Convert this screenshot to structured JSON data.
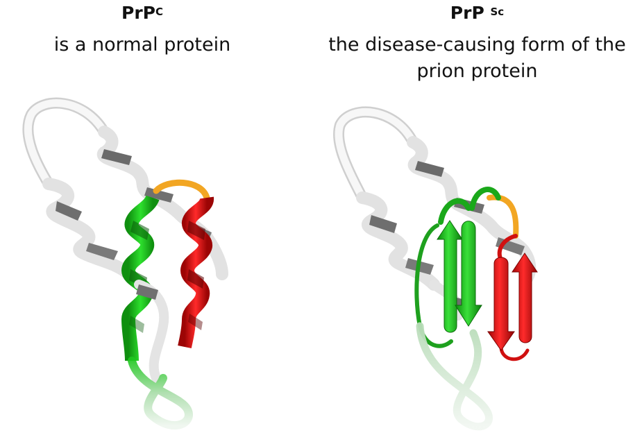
{
  "left": {
    "title_main": "PrP",
    "title_sup": "C",
    "caption": "is a normal protein"
  },
  "right": {
    "title_main": "PrP",
    "title_sup": "Sc",
    "caption_line1": "the disease-causing form of the",
    "caption_line2": "prion protein"
  },
  "colors": {
    "coil": "#e6e6e6",
    "coil_shade": "#7a7a7a",
    "helix1": "#1ec81e",
    "helix2": "#e81414",
    "loop": "#f2a623",
    "strand_green": "#22c522",
    "strand_red": "#e01010"
  },
  "icons": {
    "left_structure": "alpha-helical-protein-ribbon",
    "right_structure": "beta-sheet-protein-ribbon"
  }
}
